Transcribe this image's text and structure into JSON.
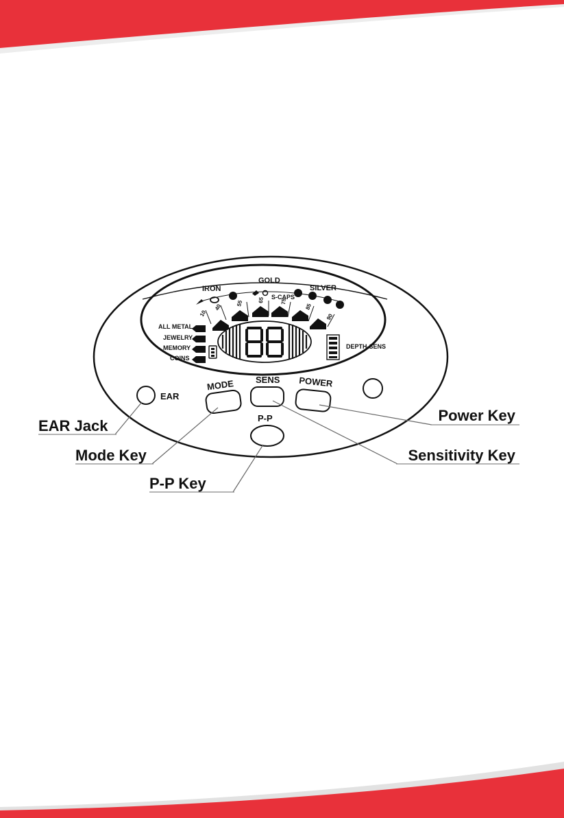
{
  "lcd": {
    "band_iron": "IRON",
    "band_gold": "GOLD",
    "band_scaps": "S-CAPS",
    "band_silver": "SILVER",
    "scale": [
      "10",
      "40",
      "55",
      "65",
      "75",
      "85",
      "90"
    ],
    "modes": [
      "ALL METAL",
      "JEWELRY",
      "MEMORY",
      "COINS"
    ],
    "depth_sens": "DEPTH-SENS",
    "digits": "88"
  },
  "keys": {
    "ear": "EAR",
    "mode": "MODE",
    "sens": "SENS",
    "power": "POWER",
    "pp": "P-P"
  },
  "callouts": {
    "ear_jack": "EAR Jack",
    "mode_key": "Mode Key",
    "pp_key": "P-P Key",
    "power_key": "Power Key",
    "sensitivity_key": "Sensitivity Key"
  },
  "colors": {
    "accent_red": "#e8313a"
  }
}
